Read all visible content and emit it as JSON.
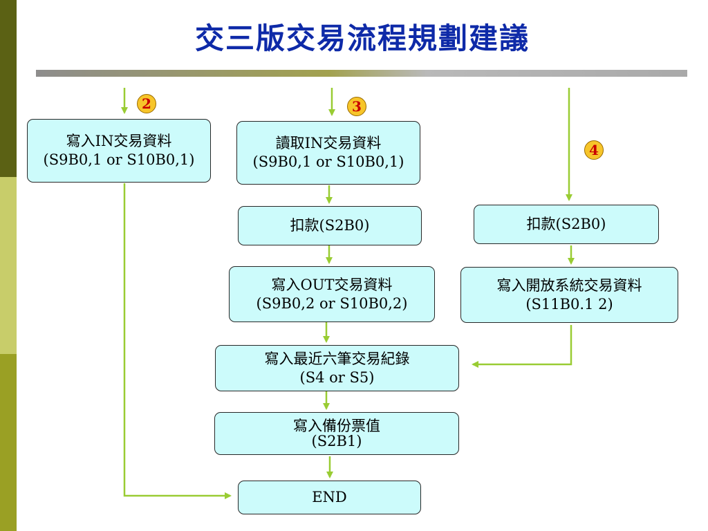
{
  "title": "交三版交易流程規劃建議",
  "badges": {
    "b2": "2",
    "b3": "3",
    "b4": "4"
  },
  "nodes": {
    "write_in": {
      "line1": "寫入IN交易資料",
      "line2": "(S9B0,1 or S10B0,1)"
    },
    "read_in": {
      "line1": "讀取IN交易資料",
      "line2": "(S9B0,1 or S10B0,1)"
    },
    "deduct_mid": {
      "line1": "扣款(S2B0)"
    },
    "deduct_right": {
      "line1": "扣款(S2B0)"
    },
    "write_out": {
      "line1": "寫入OUT交易資料",
      "line2": "(S9B0,2 or S10B0,2)"
    },
    "write_open": {
      "line1": "寫入開放系統交易資料",
      "line2": "(S11B0.1 2)"
    },
    "write_recent": {
      "line1": "寫入最近六筆交易紀錄",
      "line2": "(S4 or S5)"
    },
    "write_backup": {
      "line1": "寫入備份票值",
      "line2": "(S2B1)"
    },
    "end": {
      "line1": "END"
    }
  },
  "colors": {
    "arrow": "#99cc33",
    "box_fill": "#ccfbfb",
    "title": "#0e2aa8",
    "badge": "#f7c52a"
  }
}
